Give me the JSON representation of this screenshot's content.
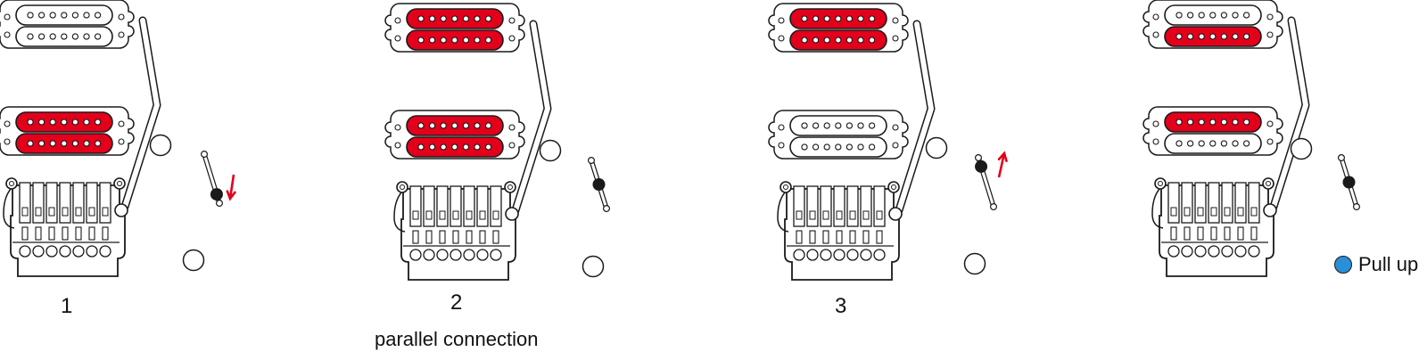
{
  "colors": {
    "active": "#e3001b",
    "inactive": "#ffffff",
    "line": "#1a1a1a",
    "pull_up": "#2a8fd8"
  },
  "panels": [
    {
      "number": "1",
      "subtitle": "",
      "pickups": {
        "neck": [
          "off",
          "off"
        ],
        "bridge": [
          "on",
          "on"
        ]
      },
      "switch": "down",
      "arrow": "down"
    },
    {
      "number": "2",
      "subtitle": "parallel connection",
      "pickups": {
        "neck": [
          "on",
          "on"
        ],
        "bridge": [
          "on",
          "on"
        ]
      },
      "switch": "middle",
      "arrow": ""
    },
    {
      "number": "3",
      "subtitle": "",
      "pickups": {
        "neck": [
          "on",
          "on"
        ],
        "bridge": [
          "off",
          "off"
        ]
      },
      "switch": "up",
      "arrow": "up"
    },
    {
      "number": "",
      "subtitle": "",
      "pickups": {
        "neck": [
          "off",
          "on"
        ],
        "bridge": [
          "on",
          "off"
        ]
      },
      "switch": "middle",
      "arrow": ""
    }
  ],
  "legend": {
    "label": "Pull up",
    "icon": "blue-dot-icon"
  }
}
